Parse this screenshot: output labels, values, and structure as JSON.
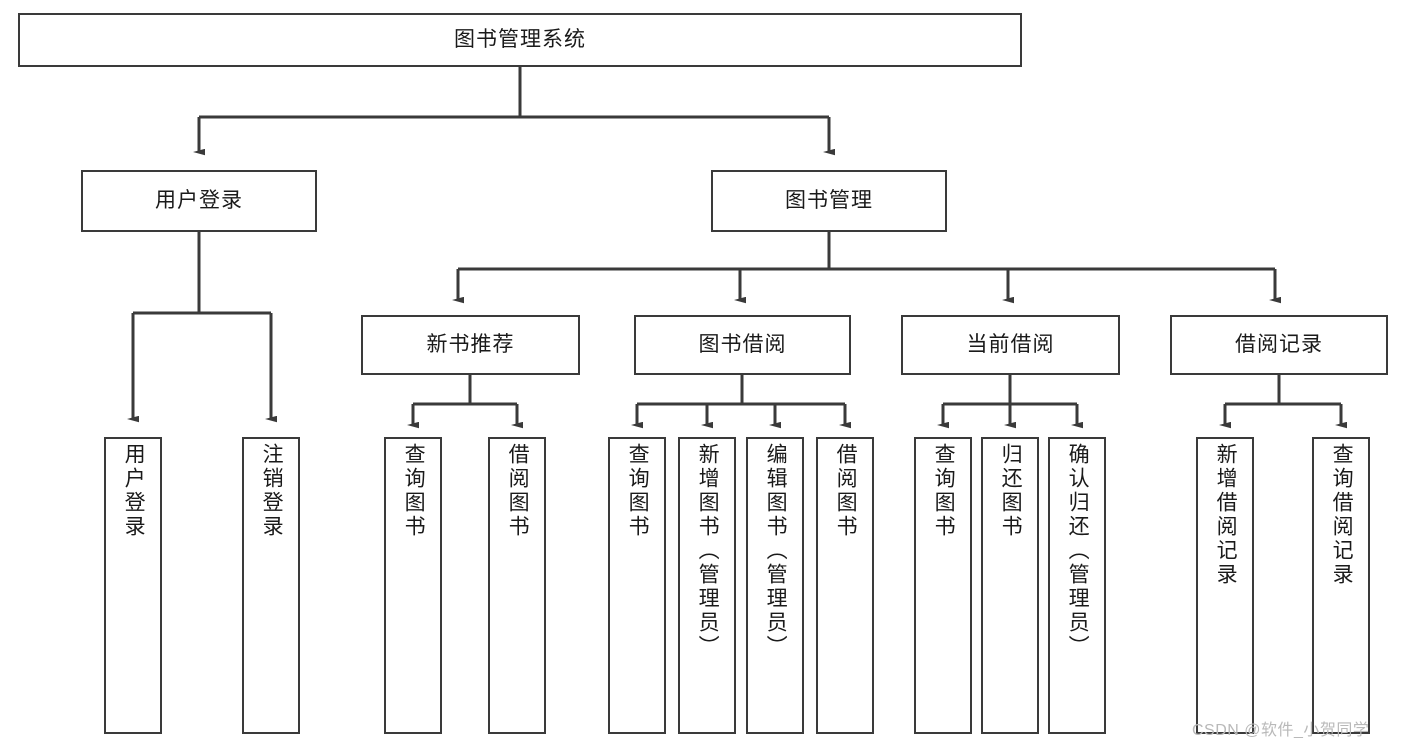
{
  "diagram": {
    "type": "tree-hierarchy-chart",
    "title": "图书管理系统",
    "stroke_color": "#3a3a3a",
    "background_color": "#ffffff",
    "text_color": "#1a1a1a",
    "root": {
      "id": "root",
      "label": "图书管理系统"
    },
    "level2": [
      {
        "id": "user-login",
        "label": "用户登录"
      },
      {
        "id": "book-manage",
        "label": "图书管理"
      }
    ],
    "level3": [
      {
        "id": "new-book-rec",
        "label": "新书推荐",
        "parent": "book-manage"
      },
      {
        "id": "book-borrow",
        "label": "图书借阅",
        "parent": "book-manage"
      },
      {
        "id": "current-borrow",
        "label": "当前借阅",
        "parent": "book-manage"
      },
      {
        "id": "borrow-record",
        "label": "借阅记录",
        "parent": "book-manage"
      }
    ],
    "leaves": [
      {
        "id": "leaf-user-login",
        "label": "用户登录",
        "parent": "user-login"
      },
      {
        "id": "leaf-logout",
        "label": "注销登录",
        "parent": "user-login"
      },
      {
        "id": "leaf-query-book-1",
        "label": "查询图书",
        "parent": "new-book-rec"
      },
      {
        "id": "leaf-borrow-book-1",
        "label": "借阅图书",
        "parent": "new-book-rec"
      },
      {
        "id": "leaf-query-book-2",
        "label": "查询图书",
        "parent": "book-borrow"
      },
      {
        "id": "leaf-add-book",
        "label": "新增图书（管理员）",
        "parent": "book-borrow"
      },
      {
        "id": "leaf-edit-book",
        "label": "编辑图书（管理员）",
        "parent": "book-borrow"
      },
      {
        "id": "leaf-borrow-book-2",
        "label": "借阅图书",
        "parent": "book-borrow"
      },
      {
        "id": "leaf-query-book-3",
        "label": "查询图书",
        "parent": "current-borrow"
      },
      {
        "id": "leaf-return-book",
        "label": "归还图书",
        "parent": "current-borrow"
      },
      {
        "id": "leaf-confirm-return",
        "label": "确认归还（管理员）",
        "parent": "current-borrow"
      },
      {
        "id": "leaf-add-record",
        "label": "新增借阅记录",
        "parent": "borrow-record"
      },
      {
        "id": "leaf-query-record",
        "label": "查询借阅记录",
        "parent": "borrow-record"
      }
    ]
  },
  "watermark": {
    "text": "CSDN @软件_小贺同学"
  }
}
